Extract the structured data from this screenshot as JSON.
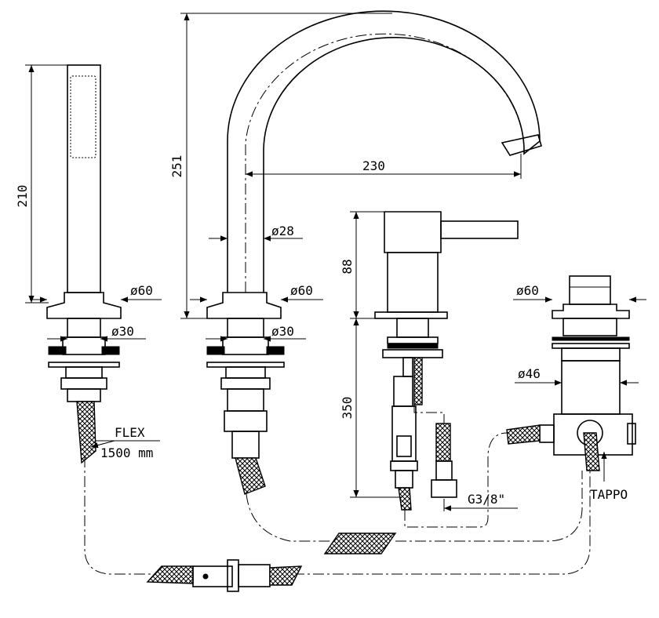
{
  "labels": {
    "shower_height": "210",
    "spout_height": "251",
    "spout_reach": "230",
    "spout_diameter": "ø28",
    "base_dia_shower": "ø60",
    "base_dia_spout": "ø60",
    "base_dia_diverter": "ø60",
    "shank_dia_shower": "ø30",
    "shank_dia_spout": "ø30",
    "mixer_height": "88",
    "shank_length": "350",
    "diverter_body_dia": "ø46",
    "flex_title": "FLEX",
    "flex_length": "1500 mm",
    "connection": "G3/8\"",
    "plug": "TAPPO"
  }
}
